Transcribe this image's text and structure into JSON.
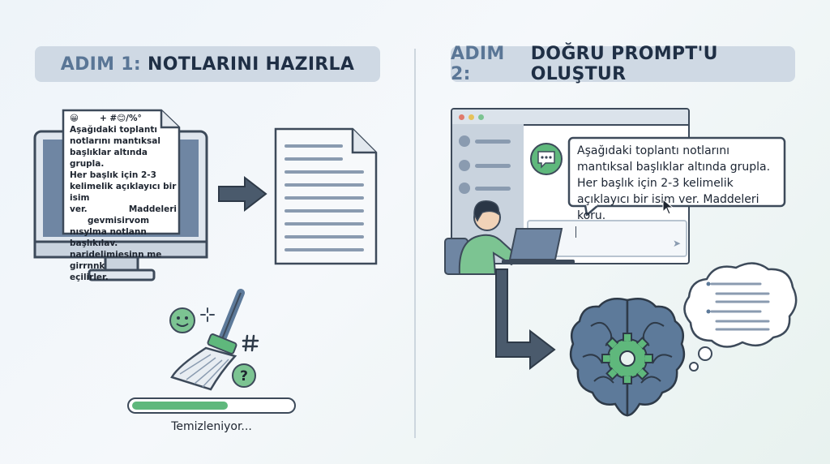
{
  "step1": {
    "label": "ADIM 1:",
    "title": "NOTLARINI HAZIRLA",
    "messy_notes": {
      "top_symbols": "+ #😊/%°",
      "lines": [
        "Aşağıdaki toplantı",
        "notlarını mantıksal",
        "başlıklar altında grupla.",
        "Her  başlık için 2-3",
        "kelimelik açıklayıcı bir isim",
        "ver.",
        "Maddeleri",
        "gevmisirvom",
        "nısylma notlann başlıkılav.",
        "naridelimiesinn me girrnnk",
        "eçilirler."
      ]
    },
    "progress": {
      "label": "Temizleniyor...",
      "value": 0.6
    }
  },
  "step2": {
    "label": "ADIM 2:",
    "title": "DOĞRU PROMPT'U OLUŞTUR",
    "prompt_text": "Aşağıdaki toplantı notlarını mantıksal başlıklar altında grupla. Her başlık için 2-3 kelimelik açıklayıcı bir isim ver. Maddeleri koru."
  },
  "colors": {
    "accent_green": "#5fb87c",
    "brain_blue": "#5d7a9a",
    "header_bg": "#cfd9e4",
    "arrow": "#4a5a6c"
  }
}
